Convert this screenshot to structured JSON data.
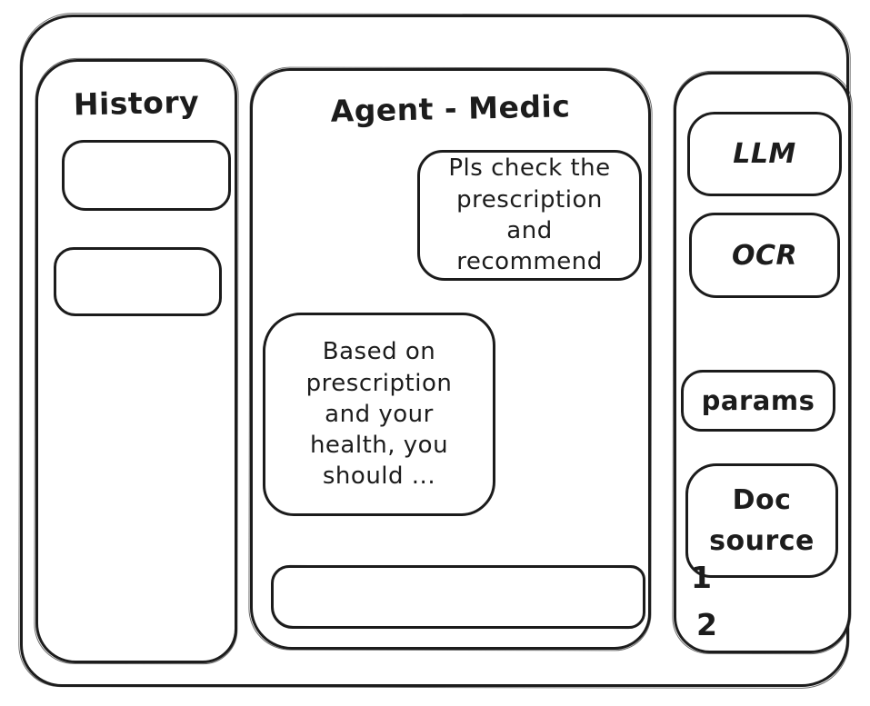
{
  "colors": {
    "ink": "#1c1c1c",
    "background": "#ffffff"
  },
  "history_panel": {
    "title": "History",
    "items": [
      {
        "label": ""
      },
      {
        "label": ""
      }
    ]
  },
  "chat_panel": {
    "title": "Agent - Medic",
    "messages": [
      {
        "role": "user",
        "text": "Pls check the prescription and recommend"
      },
      {
        "role": "assistant",
        "text": "Based on prescription and your health, you should ..."
      }
    ],
    "input": {
      "value": "",
      "placeholder": ""
    }
  },
  "tools_panel": {
    "buttons": [
      {
        "label": "LLM"
      },
      {
        "label": "OCR"
      },
      {
        "label": "params"
      },
      {
        "label": "Doc source"
      }
    ],
    "doc_source_items": [
      "1",
      "2"
    ]
  }
}
